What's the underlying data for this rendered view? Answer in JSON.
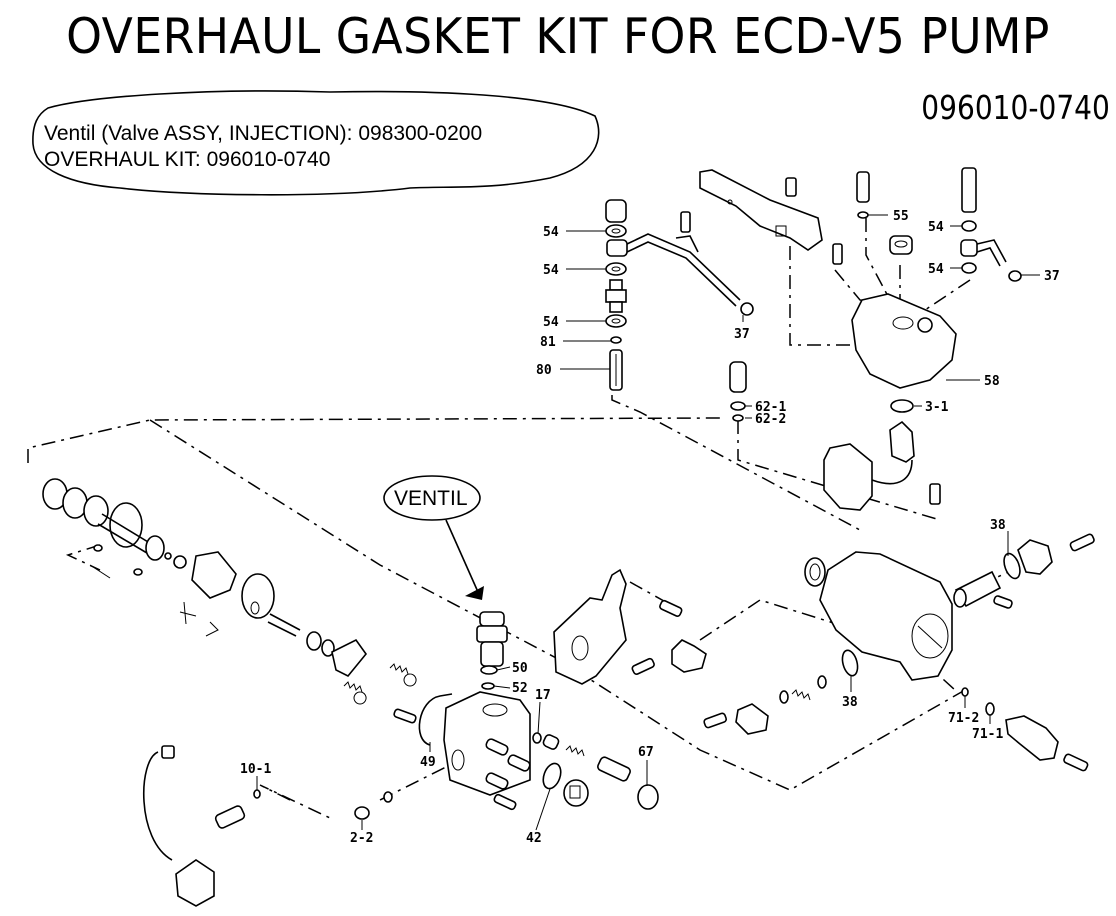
{
  "header": {
    "title": "OVERHAUL GASKET KIT FOR ECD-V5 PUMP",
    "kit_number": "096010-0740"
  },
  "info_box": {
    "line1": "Ventil (Valve ASSY, INJECTION): 098300-0200",
    "line2": "OVERHAUL KIT: 096010-0740"
  },
  "callout": {
    "label": "VENTIL"
  },
  "part_labels": {
    "p54a": "54",
    "p54b": "54",
    "p54c": "54",
    "p81": "81",
    "p80": "80",
    "p37a": "37",
    "p55": "55",
    "p54d": "54",
    "p54e": "54",
    "p37b": "37",
    "p58": "58",
    "p62_1": "62-1",
    "p62_2": "62-2",
    "p3_1": "3-1",
    "p38a": "38",
    "p38b": "38",
    "p71_2": "71-2",
    "p71_1": "71-1",
    "p50": "50",
    "p52": "52",
    "p17": "17",
    "p49": "49",
    "p67": "67",
    "p42": "42",
    "p10_1": "10-1",
    "p2_2": "2-2"
  }
}
